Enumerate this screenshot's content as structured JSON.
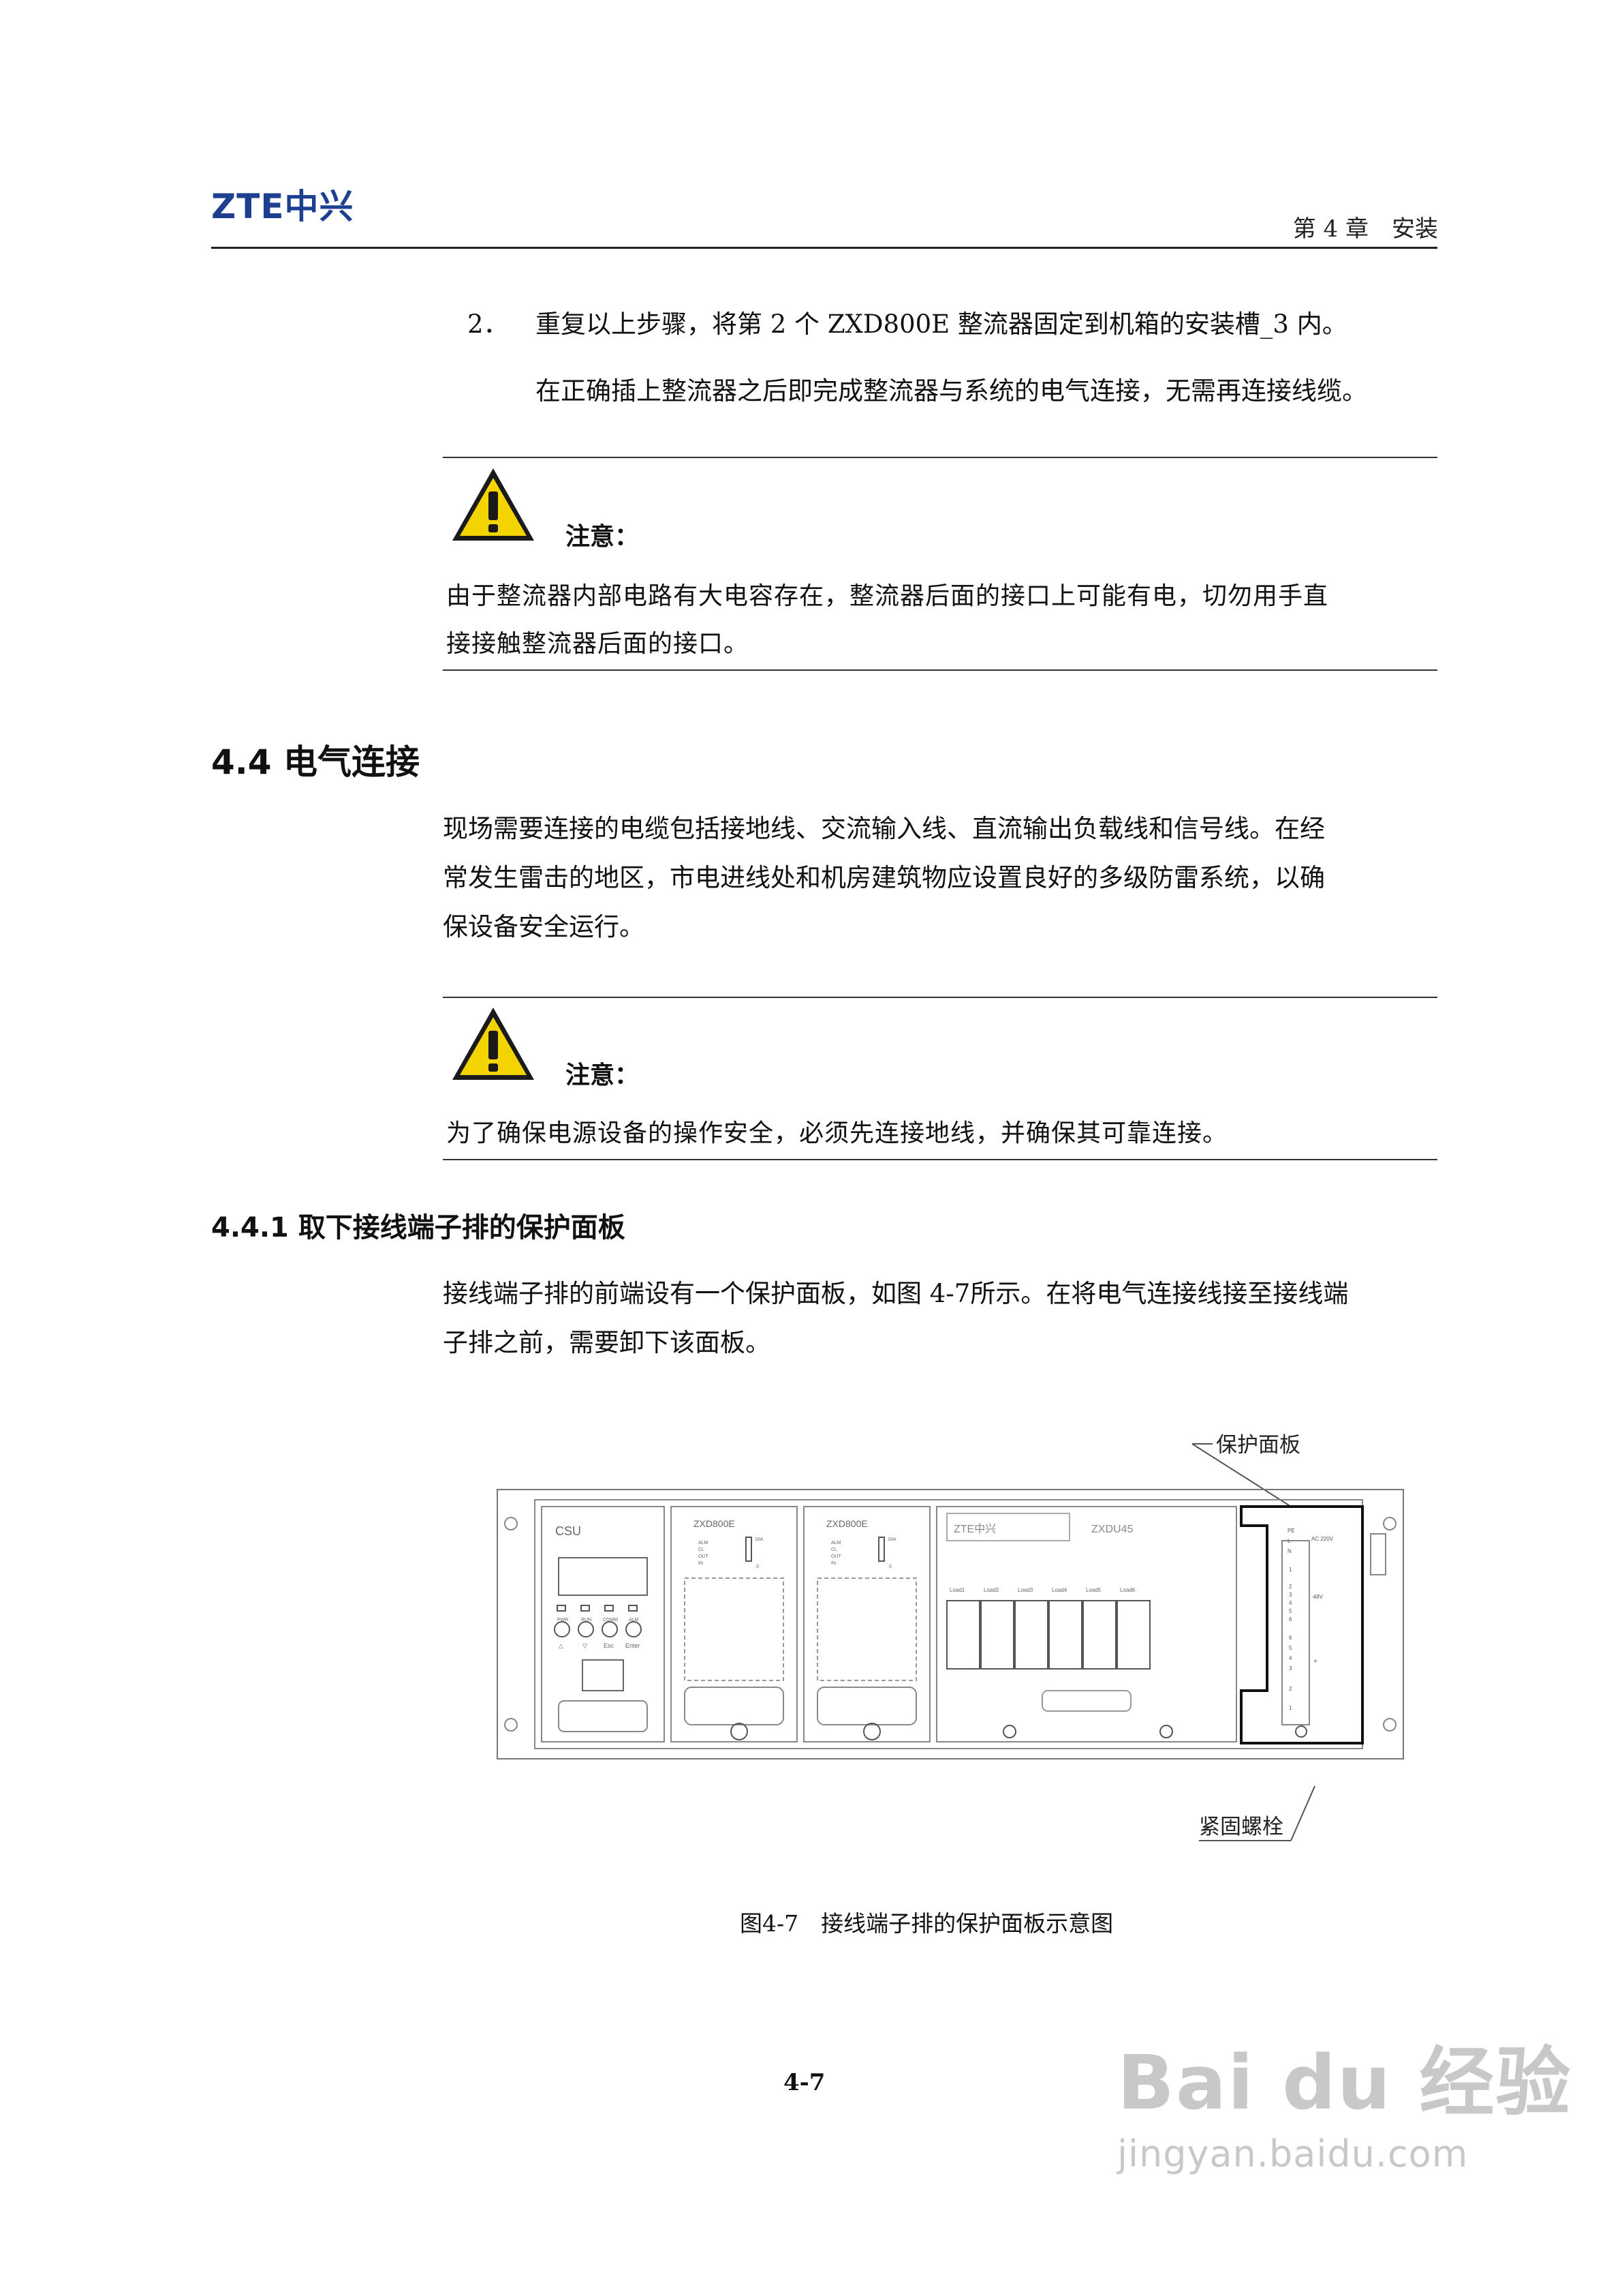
{
  "header": {
    "logo": "ZTE中兴",
    "chapter": "第 4 章　安装"
  },
  "step": {
    "number": "2．",
    "text": "重复以上步骤，将第 2 个 ZXD800E 整流器固定到机箱的安装槽_3 内。",
    "note": "在正确插上整流器之后即完成整流器与系统的电气连接，无需再连接线缆。"
  },
  "notice1": {
    "label": "注意：",
    "line1": "由于整流器内部电路有大电容存在，整流器后面的接口上可能有电，切勿用手直",
    "line2": "接接触整流器后面的接口。"
  },
  "section": {
    "title": "4.4 电气连接",
    "p1": "现场需要连接的电缆包括接地线、交流输入线、直流输出负载线和信号线。在经",
    "p2": "常发生雷击的地区，市电进线处和机房建筑物应设置良好的多级防雷系统，以确",
    "p3": "保设备安全运行。"
  },
  "notice2": {
    "label": "注意：",
    "line1": "为了确保电源设备的操作安全，必须先连接地线，并确保其可靠连接。"
  },
  "subsection": {
    "title": "4.4.1 取下接线端子排的保护面板",
    "p1": "接线端子排的前端设有一个保护面板，如图 4-7所示。在将电气连接线接至接线端",
    "p2": "子排之前，需要卸下该面板。"
  },
  "figure": {
    "callout_top": "保护面板",
    "callout_bottom": "紧固螺栓",
    "csu_label": "CSU",
    "rectifier1_label": "ZXD800E",
    "rectifier2_label": "ZXD800E",
    "brand_label": "ZTE中兴",
    "model_label": "ZXDU45",
    "led_labels": [
      "ALM",
      "CL",
      "OUT",
      "IN"
    ],
    "current_label": "16A",
    "zero_label": "0",
    "csu_buttons": [
      "PWR",
      "RUN",
      "COMM",
      "ALM"
    ],
    "csu_keys": [
      "△",
      "▽",
      "Esc",
      "Enter"
    ],
    "loads": [
      "Load1",
      "Load2",
      "Load3",
      "Load4",
      "Load5",
      "Load6"
    ],
    "terminal_labels": [
      "PE",
      "L",
      "N"
    ],
    "ac_label": "AC 220V",
    "dc_label": "-48V",
    "numbers_a": [
      "1",
      "2",
      "3",
      "4",
      "5",
      "6"
    ],
    "numbers_b": [
      "6",
      "5",
      "4",
      "3",
      "2",
      "1"
    ],
    "plus_label": "+",
    "caption": "图4-7　接线端子排的保护面板示意图"
  },
  "page_number": "4-7",
  "watermark": {
    "main": "Bai du 经验",
    "sub": "jingyan.baidu.com"
  }
}
